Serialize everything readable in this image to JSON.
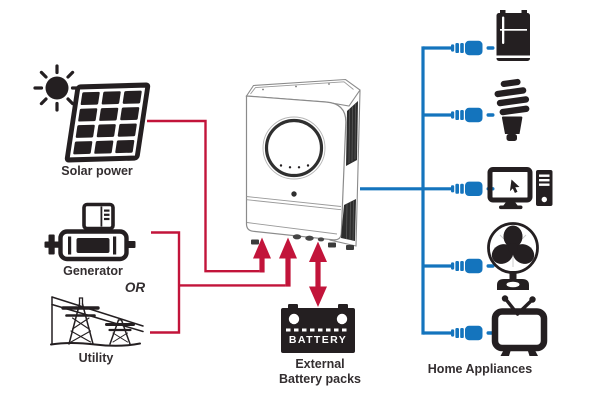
{
  "title": "Solar inverter system diagram",
  "colors": {
    "wire_red": "#c2143a",
    "wire_blue": "#1474bd",
    "icon_black": "#241f21",
    "label_text": "#332e30",
    "battery_text": "#ffffff",
    "canvas_bg": "#ffffff"
  },
  "labels": {
    "solar": "Solar power",
    "generator": "Generator",
    "or": "OR",
    "utility": "Utility",
    "battery_badge": "BATTERY",
    "battery_line1": "External",
    "battery_line2": "Battery packs",
    "home_appliances": "Home Appliances"
  },
  "icons": {
    "sources": [
      "sun-icon",
      "solar-panel-icon",
      "generator-icon",
      "utility-towers-icon"
    ],
    "center": [
      "inverter-illustration",
      "battery-icon"
    ],
    "connectors": [
      "power-plug-icon"
    ],
    "appliances": [
      "refrigerator-icon",
      "cfl-bulb-icon",
      "desktop-computer-icon",
      "table-fan-icon",
      "tv-icon"
    ]
  }
}
